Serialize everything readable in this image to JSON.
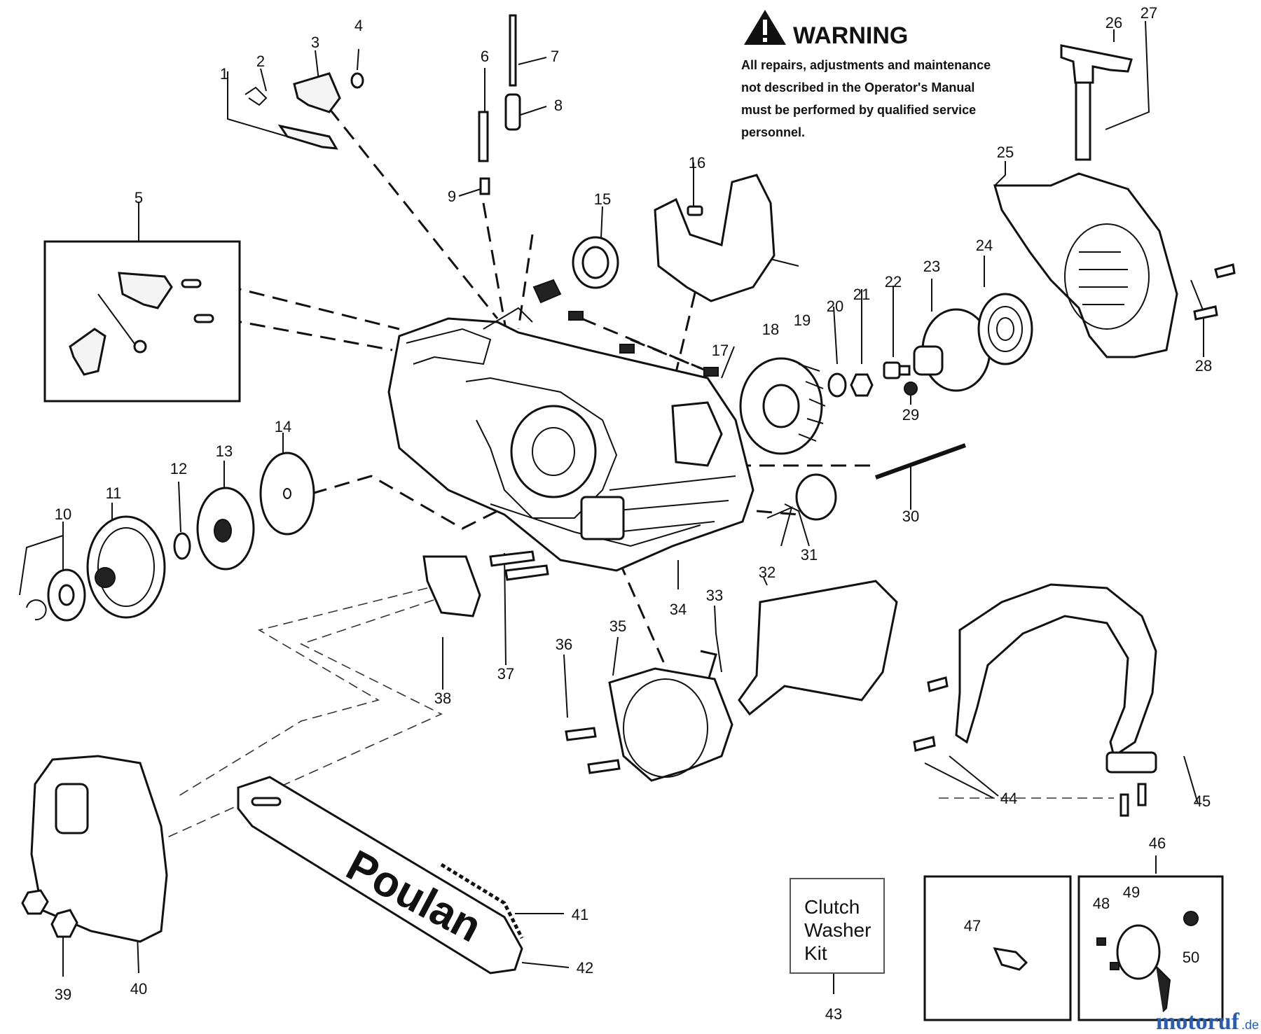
{
  "warning": {
    "title": "WARNING",
    "lines": [
      "All repairs, adjustments and maintenance",
      "not described in the Operator's Manual",
      "must be performed by qualified  service",
      "personnel."
    ]
  },
  "kit_box": {
    "lines": [
      "Clutch",
      "Washer",
      "Kit"
    ]
  },
  "bar_brand": "Poulan",
  "watermark": {
    "main": "motoruf",
    "tld": ".de"
  },
  "callouts": [
    "1",
    "2",
    "3",
    "4",
    "5",
    "6",
    "7",
    "8",
    "9",
    "10",
    "11",
    "12",
    "13",
    "14",
    "15",
    "16",
    "17",
    "18",
    "19",
    "20",
    "21",
    "22",
    "23",
    "24",
    "25",
    "26",
    "27",
    "28",
    "29",
    "30",
    "31",
    "32",
    "33",
    "34",
    "35",
    "36",
    "37",
    "38",
    "39",
    "40",
    "41",
    "42",
    "43",
    "44",
    "45",
    "46",
    "47",
    "48",
    "49",
    "50"
  ],
  "colors": {
    "line": "#111111",
    "background": "#ffffff",
    "watermark_blue": "#2a5db0"
  },
  "icons": [
    "warning-triangle-icon"
  ]
}
